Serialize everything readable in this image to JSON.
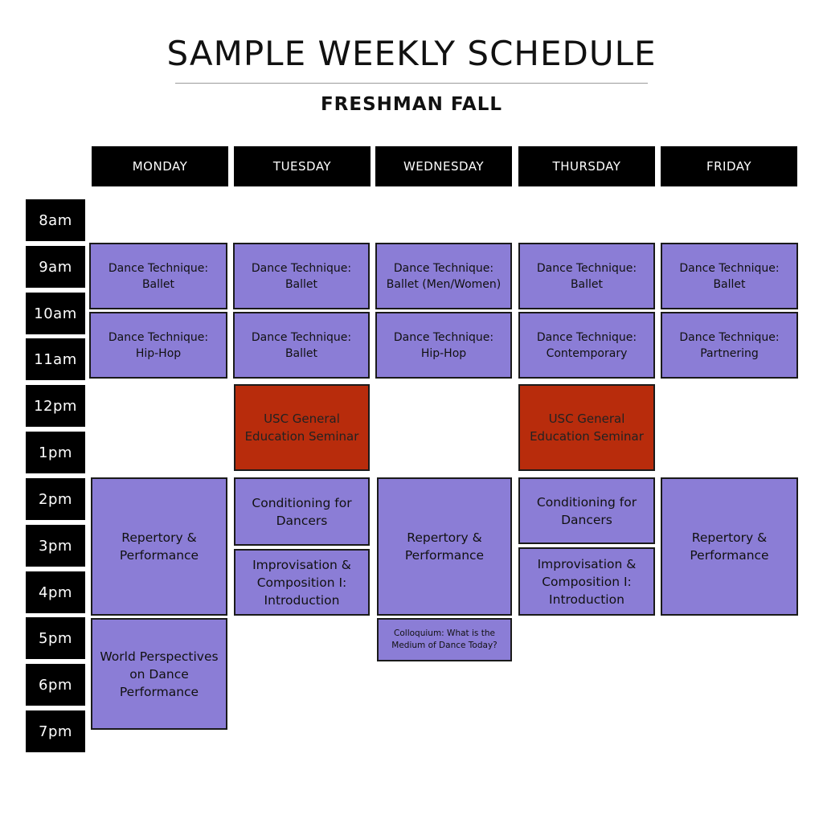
{
  "header": {
    "title": "SAMPLE WEEKLY SCHEDULE",
    "subtitle": "FRESHMAN FALL"
  },
  "days": [
    "MONDAY",
    "TUESDAY",
    "WEDNESDAY",
    "THURSDAY",
    "FRIDAY"
  ],
  "times": [
    "8am",
    "9am",
    "10am",
    "11am",
    "12pm",
    "1pm",
    "2pm",
    "3pm",
    "4pm",
    "5pm",
    "6pm",
    "7pm"
  ],
  "colors": {
    "course": "#8b7dd6",
    "seminar": "#b82c0c",
    "header_bg": "#000000"
  },
  "courses": {
    "mon_ballet": {
      "day": "MONDAY",
      "time": "9am",
      "lines": [
        "Dance Technique:",
        "Ballet"
      ]
    },
    "mon_hiphop": {
      "day": "MONDAY",
      "time": "10am",
      "lines": [
        "Dance Technique:",
        "Hip-Hop"
      ]
    },
    "mon_repertory": {
      "day": "MONDAY",
      "time": "2pm",
      "lines": [
        "Repertory &",
        "Performance"
      ]
    },
    "mon_world": {
      "day": "MONDAY",
      "time": "5pm",
      "lines": [
        "World Perspectives",
        "on Dance",
        "Performance"
      ]
    },
    "tue_ballet_1": {
      "day": "TUESDAY",
      "time": "9am",
      "lines": [
        "Dance Technique:",
        "Ballet"
      ]
    },
    "tue_ballet_2": {
      "day": "TUESDAY",
      "time": "10am",
      "lines": [
        "Dance Technique:",
        "Ballet"
      ]
    },
    "tue_seminar": {
      "day": "TUESDAY",
      "time": "12pm",
      "lines": [
        "USC General",
        "Education Seminar"
      ]
    },
    "tue_conditioning": {
      "day": "TUESDAY",
      "time": "2pm",
      "lines": [
        "Conditioning for",
        "Dancers"
      ]
    },
    "tue_improv": {
      "day": "TUESDAY",
      "time": "3pm",
      "lines": [
        "Improvisation &",
        "Composition I:",
        "Introduction"
      ]
    },
    "wed_ballet": {
      "day": "WEDNESDAY",
      "time": "9am",
      "lines": [
        "Dance Technique:",
        "Ballet (Men/Women)"
      ]
    },
    "wed_hiphop": {
      "day": "WEDNESDAY",
      "time": "10am",
      "lines": [
        "Dance Technique:",
        "Hip-Hop"
      ]
    },
    "wed_repertory": {
      "day": "WEDNESDAY",
      "time": "2pm",
      "lines": [
        "Repertory &",
        "Performance"
      ]
    },
    "wed_colloquium": {
      "day": "WEDNESDAY",
      "time": "5pm",
      "lines": [
        "Colloquium: What is the",
        "Medium of Dance Today?"
      ]
    },
    "thu_ballet": {
      "day": "THURSDAY",
      "time": "9am",
      "lines": [
        "Dance Technique:",
        "Ballet"
      ]
    },
    "thu_contemporary": {
      "day": "THURSDAY",
      "time": "10am",
      "lines": [
        "Dance Technique:",
        "Contemporary"
      ]
    },
    "thu_seminar": {
      "day": "THURSDAY",
      "time": "12pm",
      "lines": [
        "USC General",
        "Education Seminar"
      ]
    },
    "thu_conditioning": {
      "day": "THURSDAY",
      "time": "2pm",
      "lines": [
        "Conditioning for",
        "Dancers"
      ]
    },
    "thu_improv": {
      "day": "THURSDAY",
      "time": "3pm",
      "lines": [
        "Improvisation &",
        "Composition I:",
        "Introduction"
      ]
    },
    "fri_ballet": {
      "day": "FRIDAY",
      "time": "9am",
      "lines": [
        "Dance Technique:",
        "Ballet"
      ]
    },
    "fri_partnering": {
      "day": "FRIDAY",
      "time": "10am",
      "lines": [
        "Dance Technique:",
        "Partnering"
      ]
    },
    "fri_repertory": {
      "day": "FRIDAY",
      "time": "2pm",
      "lines": [
        "Repertory &",
        "Performance"
      ]
    }
  }
}
